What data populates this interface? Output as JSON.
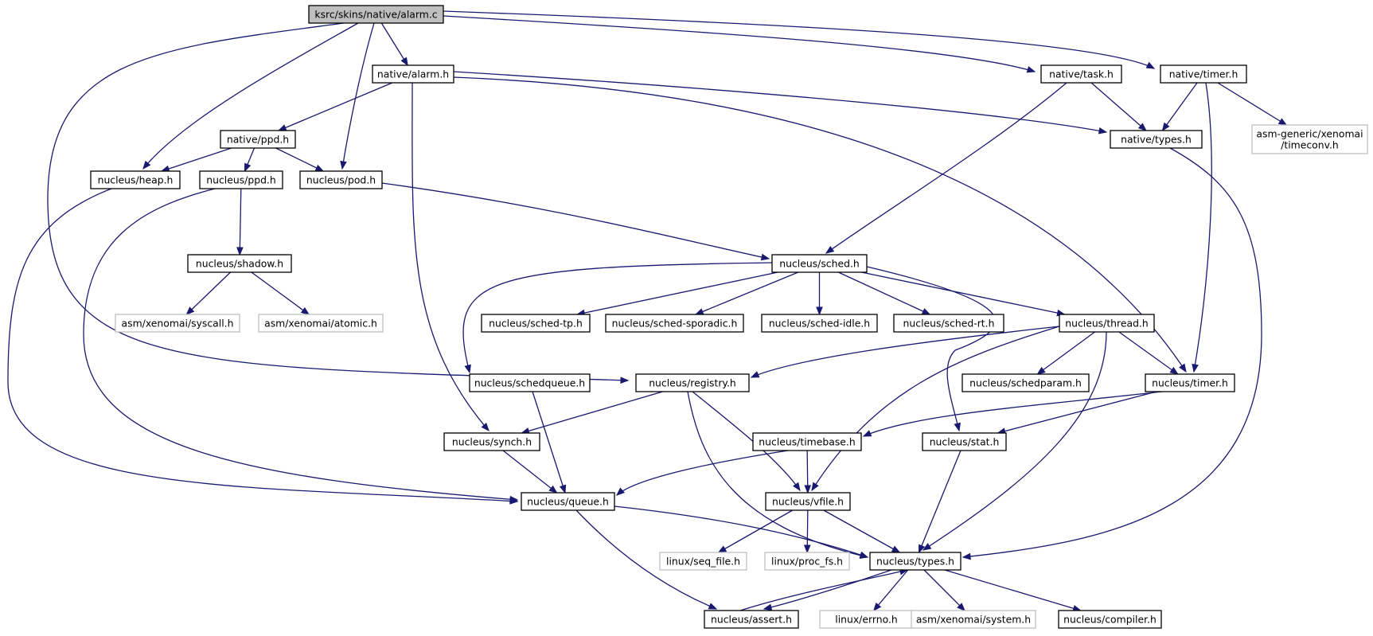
{
  "graph": {
    "title": "ksrc/skins/native/alarm.c",
    "colors": {
      "edge": "#191970",
      "root_fill": "#bfbfbf",
      "external_border": "#bfbfbf",
      "node_border": "#000000"
    },
    "nodes": [
      {
        "id": "root",
        "lines": [
          "ksrc/skins/native/alarm.c"
        ],
        "kind": "root"
      },
      {
        "id": "native_alarm_h",
        "lines": [
          "native/alarm.h"
        ],
        "kind": "doc"
      },
      {
        "id": "native_task_h",
        "lines": [
          "native/task.h"
        ],
        "kind": "doc"
      },
      {
        "id": "native_timer_h",
        "lines": [
          "native/timer.h"
        ],
        "kind": "doc"
      },
      {
        "id": "native_ppd_h",
        "lines": [
          "native/ppd.h"
        ],
        "kind": "doc"
      },
      {
        "id": "native_types_h",
        "lines": [
          "native/types.h"
        ],
        "kind": "doc"
      },
      {
        "id": "timeconv_h",
        "lines": [
          "asm-generic/xenomai",
          "/timeconv.h"
        ],
        "kind": "external"
      },
      {
        "id": "nucleus_heap_h",
        "lines": [
          "nucleus/heap.h"
        ],
        "kind": "doc"
      },
      {
        "id": "nucleus_ppd_h",
        "lines": [
          "nucleus/ppd.h"
        ],
        "kind": "doc"
      },
      {
        "id": "nucleus_pod_h",
        "lines": [
          "nucleus/pod.h"
        ],
        "kind": "doc"
      },
      {
        "id": "nucleus_shadow_h",
        "lines": [
          "nucleus/shadow.h"
        ],
        "kind": "doc"
      },
      {
        "id": "nucleus_sched_h",
        "lines": [
          "nucleus/sched.h"
        ],
        "kind": "doc"
      },
      {
        "id": "syscall_h",
        "lines": [
          "asm/xenomai/syscall.h"
        ],
        "kind": "external"
      },
      {
        "id": "atomic_h",
        "lines": [
          "asm/xenomai/atomic.h"
        ],
        "kind": "external"
      },
      {
        "id": "sched_tp_h",
        "lines": [
          "nucleus/sched-tp.h"
        ],
        "kind": "doc"
      },
      {
        "id": "sched_sporadic_h",
        "lines": [
          "nucleus/sched-sporadic.h"
        ],
        "kind": "doc"
      },
      {
        "id": "sched_idle_h",
        "lines": [
          "nucleus/sched-idle.h"
        ],
        "kind": "doc"
      },
      {
        "id": "sched_rt_h",
        "lines": [
          "nucleus/sched-rt.h"
        ],
        "kind": "doc"
      },
      {
        "id": "nucleus_thread_h",
        "lines": [
          "nucleus/thread.h"
        ],
        "kind": "doc"
      },
      {
        "id": "nucleus_schedqueue_h",
        "lines": [
          "nucleus/schedqueue.h"
        ],
        "kind": "doc"
      },
      {
        "id": "nucleus_registry_h",
        "lines": [
          "nucleus/registry.h"
        ],
        "kind": "doc"
      },
      {
        "id": "nucleus_schedparam_h",
        "lines": [
          "nucleus/schedparam.h"
        ],
        "kind": "doc"
      },
      {
        "id": "nucleus_timer_h",
        "lines": [
          "nucleus/timer.h"
        ],
        "kind": "doc"
      },
      {
        "id": "nucleus_synch_h",
        "lines": [
          "nucleus/synch.h"
        ],
        "kind": "doc"
      },
      {
        "id": "nucleus_timebase_h",
        "lines": [
          "nucleus/timebase.h"
        ],
        "kind": "doc"
      },
      {
        "id": "nucleus_stat_h",
        "lines": [
          "nucleus/stat.h"
        ],
        "kind": "doc"
      },
      {
        "id": "nucleus_queue_h",
        "lines": [
          "nucleus/queue.h"
        ],
        "kind": "doc"
      },
      {
        "id": "nucleus_vfile_h",
        "lines": [
          "nucleus/vfile.h"
        ],
        "kind": "doc"
      },
      {
        "id": "seq_file_h",
        "lines": [
          "linux/seq_file.h"
        ],
        "kind": "external"
      },
      {
        "id": "proc_fs_h",
        "lines": [
          "linux/proc_fs.h"
        ],
        "kind": "external"
      },
      {
        "id": "nucleus_types_h",
        "lines": [
          "nucleus/types.h"
        ],
        "kind": "doc"
      },
      {
        "id": "nucleus_assert_h",
        "lines": [
          "nucleus/assert.h"
        ],
        "kind": "doc"
      },
      {
        "id": "errno_h",
        "lines": [
          "linux/errno.h"
        ],
        "kind": "external"
      },
      {
        "id": "system_h",
        "lines": [
          "asm/xenomai/system.h"
        ],
        "kind": "external"
      },
      {
        "id": "nucleus_compiler_h",
        "lines": [
          "nucleus/compiler.h"
        ],
        "kind": "doc"
      }
    ],
    "edges": [
      [
        "root",
        "native_alarm_h"
      ],
      [
        "root",
        "native_task_h"
      ],
      [
        "root",
        "native_timer_h"
      ],
      [
        "root",
        "nucleus_heap_h"
      ],
      [
        "root",
        "nucleus_pod_h"
      ],
      [
        "root",
        "nucleus_registry_h"
      ],
      [
        "native_alarm_h",
        "native_ppd_h"
      ],
      [
        "native_alarm_h",
        "native_types_h"
      ],
      [
        "native_alarm_h",
        "nucleus_synch_h"
      ],
      [
        "native_alarm_h",
        "nucleus_timer_h"
      ],
      [
        "native_task_h",
        "native_types_h"
      ],
      [
        "native_task_h",
        "nucleus_sched_h"
      ],
      [
        "native_timer_h",
        "native_types_h"
      ],
      [
        "native_timer_h",
        "timeconv_h"
      ],
      [
        "native_timer_h",
        "nucleus_timer_h"
      ],
      [
        "native_types_h",
        "nucleus_types_h"
      ],
      [
        "native_ppd_h",
        "nucleus_heap_h"
      ],
      [
        "native_ppd_h",
        "nucleus_ppd_h"
      ],
      [
        "native_ppd_h",
        "nucleus_pod_h"
      ],
      [
        "nucleus_heap_h",
        "nucleus_queue_h"
      ],
      [
        "nucleus_ppd_h",
        "nucleus_shadow_h"
      ],
      [
        "nucleus_ppd_h",
        "nucleus_queue_h"
      ],
      [
        "nucleus_pod_h",
        "nucleus_sched_h"
      ],
      [
        "nucleus_shadow_h",
        "syscall_h"
      ],
      [
        "nucleus_shadow_h",
        "atomic_h"
      ],
      [
        "nucleus_sched_h",
        "nucleus_schedqueue_h"
      ],
      [
        "nucleus_sched_h",
        "sched_tp_h"
      ],
      [
        "nucleus_sched_h",
        "sched_sporadic_h"
      ],
      [
        "nucleus_sched_h",
        "sched_idle_h"
      ],
      [
        "nucleus_sched_h",
        "sched_rt_h"
      ],
      [
        "nucleus_sched_h",
        "nucleus_thread_h"
      ],
      [
        "nucleus_sched_h",
        "nucleus_stat_h"
      ],
      [
        "nucleus_thread_h",
        "nucleus_registry_h"
      ],
      [
        "nucleus_thread_h",
        "nucleus_schedparam_h"
      ],
      [
        "nucleus_thread_h",
        "nucleus_timer_h"
      ],
      [
        "nucleus_thread_h",
        "nucleus_vfile_h"
      ],
      [
        "nucleus_thread_h",
        "nucleus_types_h"
      ],
      [
        "nucleus_schedqueue_h",
        "nucleus_queue_h"
      ],
      [
        "nucleus_registry_h",
        "nucleus_synch_h"
      ],
      [
        "nucleus_registry_h",
        "nucleus_vfile_h"
      ],
      [
        "nucleus_registry_h",
        "nucleus_types_h"
      ],
      [
        "nucleus_timer_h",
        "nucleus_timebase_h"
      ],
      [
        "nucleus_timer_h",
        "nucleus_stat_h"
      ],
      [
        "nucleus_synch_h",
        "nucleus_queue_h"
      ],
      [
        "nucleus_timebase_h",
        "nucleus_queue_h"
      ],
      [
        "nucleus_timebase_h",
        "nucleus_vfile_h"
      ],
      [
        "nucleus_stat_h",
        "nucleus_types_h"
      ],
      [
        "nucleus_queue_h",
        "nucleus_types_h"
      ],
      [
        "nucleus_queue_h",
        "nucleus_assert_h"
      ],
      [
        "nucleus_vfile_h",
        "seq_file_h"
      ],
      [
        "nucleus_vfile_h",
        "proc_fs_h"
      ],
      [
        "nucleus_vfile_h",
        "nucleus_types_h"
      ],
      [
        "nucleus_types_h",
        "nucleus_assert_h"
      ],
      [
        "nucleus_types_h",
        "errno_h"
      ],
      [
        "nucleus_types_h",
        "system_h"
      ],
      [
        "nucleus_types_h",
        "nucleus_compiler_h"
      ],
      [
        "nucleus_assert_h",
        "nucleus_types_h"
      ]
    ]
  }
}
